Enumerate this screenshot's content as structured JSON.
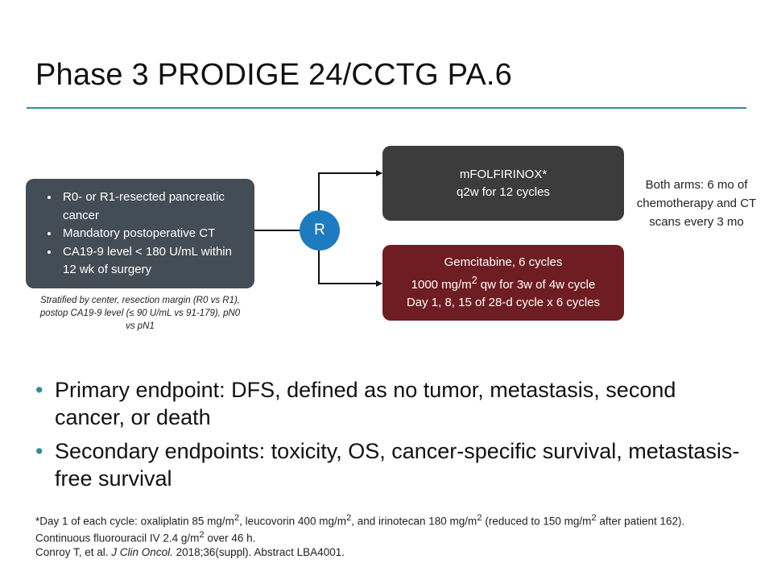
{
  "title": "Phase 3 PRODIGE 24/CCTG PA.6",
  "colors": {
    "accent_teal": "#2b8f96",
    "criteria_box": "#434d56",
    "arm_a_box": "#3c3c3c",
    "arm_b_box": "#6e1d22",
    "randomize_circle": "#1f7bbf"
  },
  "criteria": [
    "R0- or R1-resected pancreatic cancer",
    "Mandatory postoperative CT",
    "CA19-9 level < 180 U/mL within 12 wk of surgery"
  ],
  "stratification_note": "Stratified by center, resection margin (R0 vs R1), postop CA19-9 level (≤ 90 U/mL vs 91-179), pN0 vs pN1",
  "randomize_label": "R",
  "arm_a": {
    "line1": "mFOLFIRINOX*",
    "line2": "q2w for 12 cycles"
  },
  "arm_b": {
    "line1": "Gemcitabine, 6 cycles",
    "line2_pre": "1000 mg/m",
    "line2_sup": "2",
    "line2_post": " qw for 3w of 4w cycle",
    "line3": "Day 1, 8, 15 of 28-d cycle x 6 cycles"
  },
  "both_arms_note": "Both arms: 6 mo of chemotherapy and CT scans every 3 mo",
  "endpoints": [
    "Primary endpoint: DFS, defined as no tumor, metastasis, second cancer, or death",
    "Secondary endpoints: toxicity, OS, cancer-specific survival, metastasis-free survival"
  ],
  "footnotes": {
    "line1": {
      "p1": "*Day 1 of each cycle: oxaliplatin 85 mg/m",
      "s1": "2",
      "p2": ", leucovorin 400 mg/m",
      "s2": "2",
      "p3": ", and irinotecan 180 mg/m",
      "s3": "2",
      "p4": " (reduced to 150 mg/m",
      "s4": "2",
      "p5": " after patient 162)."
    },
    "line2": {
      "p1": "Continuous fluorouracil IV 2.4 g/m",
      "s1": "2",
      "p2": " over 46 h."
    },
    "line3": {
      "author": "Conroy T, et al. ",
      "journal": "J Clin Oncol.",
      "rest": " 2018;36(suppl). Abstract LBA4001."
    }
  }
}
